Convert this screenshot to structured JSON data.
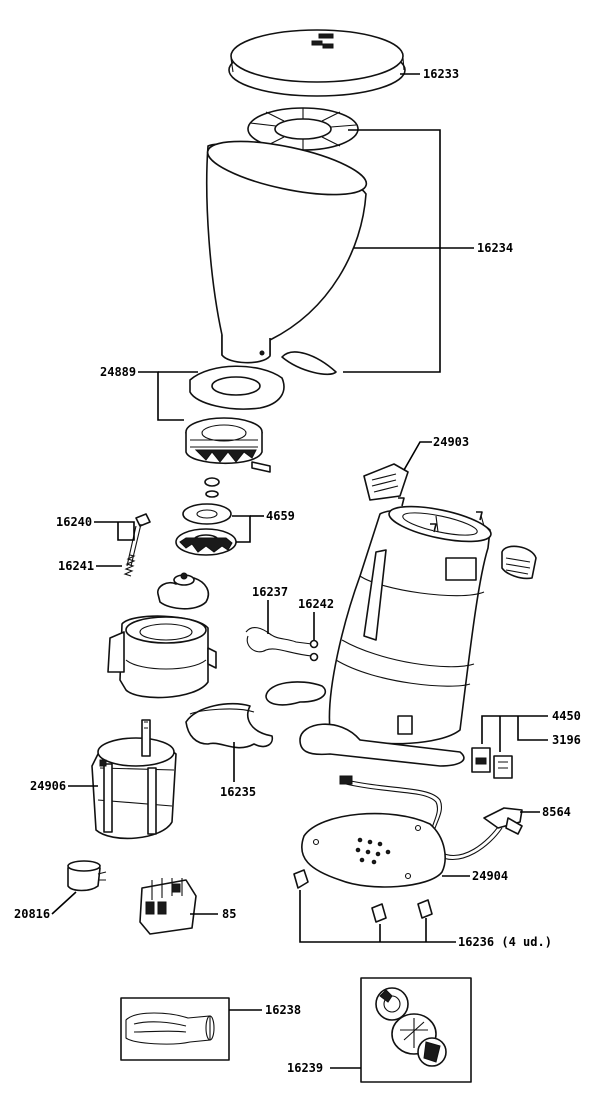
{
  "labels": {
    "lid": "16233",
    "hopper": "16234",
    "hopper_flange": "24889",
    "switch_cover": "24903",
    "pin": "16240",
    "spring": "16241",
    "burrs": "4659",
    "wire_spring": "16237",
    "screw": "16242",
    "tray": "16235",
    "switch_4450": "4450",
    "switch_3196": "3196",
    "motor": "24906",
    "power_cord": "8564",
    "base_plate": "24904",
    "capacitor": "20816",
    "relay": "85",
    "feet": "16236 (4 ud.)",
    "tool": "16238",
    "adjuster": "16239"
  }
}
